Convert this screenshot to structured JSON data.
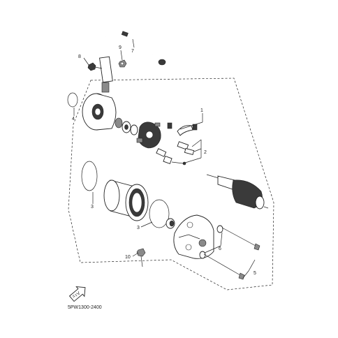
{
  "diagram": {
    "callouts": [
      "1",
      "2",
      "3",
      "3",
      "4",
      "5",
      "6",
      "7",
      "8",
      "9",
      "10"
    ],
    "reference_code": "5PW1300-2400",
    "front_icon": "front-arrow-icon"
  }
}
